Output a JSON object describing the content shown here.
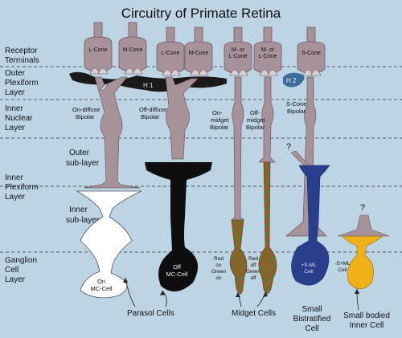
{
  "title": "Circuitry of Primate Retina",
  "layers": {
    "receptor_terminals": [
      "Receptor",
      "Terminals"
    ],
    "outer_plexiform": [
      "Outer",
      "Plexiform",
      "Layer"
    ],
    "inner_nuclear": [
      "Inner",
      "Nuclear",
      "Layer"
    ],
    "outer_sublayer": [
      "Outer",
      "sub-layer"
    ],
    "inner_plexiform": [
      "Inner",
      "Plexiform",
      "Layer"
    ],
    "inner_sublayer": [
      "Inner",
      "sub-layer"
    ],
    "ganglion_cell": [
      "Ganglion",
      "Cell",
      "Layer"
    ]
  },
  "cones": {
    "c1": "L-Cone",
    "c2": "M-Cone",
    "c3": "L-Cone",
    "c4": "M-Cone",
    "c5": [
      "M- or",
      "L-Cone"
    ],
    "c6": [
      "M- or",
      "L-Cone"
    ],
    "c7": "S-Cone"
  },
  "horizontal": {
    "h1": "H 1",
    "h2": "H 2"
  },
  "bipolars": {
    "on_diffuse": [
      "On-diffuse",
      "Bipolar"
    ],
    "off_diffuse": [
      "Off-diffuse",
      "Bipolar"
    ],
    "on_midget": [
      "On-",
      "midget",
      "Bipolar"
    ],
    "off_midget": [
      "Off-",
      "midget",
      "Bipolar"
    ],
    "s_cone": [
      "S-Cone",
      "Bipolar"
    ]
  },
  "question_mark": "?",
  "ganglion_cells": {
    "on_mc": [
      "On",
      "MC-Cell"
    ],
    "off_mc": [
      "Off",
      "MC-Cell"
    ],
    "red_on": [
      "Red",
      "on",
      "Green",
      "on"
    ],
    "red_off": [
      "Red",
      "off",
      "Green",
      "off"
    ],
    "s_ml_cell": [
      "+S-ML",
      "Cell"
    ],
    "minus_s_ml": [
      "-S+ML",
      "Cell"
    ]
  },
  "groups": {
    "parasol": "Parasol Cells",
    "midget": "Midget Cells",
    "small_bistratified": [
      "Small",
      "Bistratified",
      "Cell"
    ],
    "small_bodied": [
      "Small bodied",
      "Inner Cell"
    ]
  },
  "colors": {
    "background": "#bcd4e4",
    "cone": "#a8929a",
    "cone_dark": "#7e6870",
    "horizontal_h1": "#1a1a1a",
    "horizontal_h2": "#3e6d9c",
    "off_parasol": "#0e0e0e",
    "on_parasol": "#ffffff",
    "midget_striped": "#a94e22",
    "s_cone_bipolar": "#2a3e8e",
    "small_bodied": "#f0b018"
  }
}
